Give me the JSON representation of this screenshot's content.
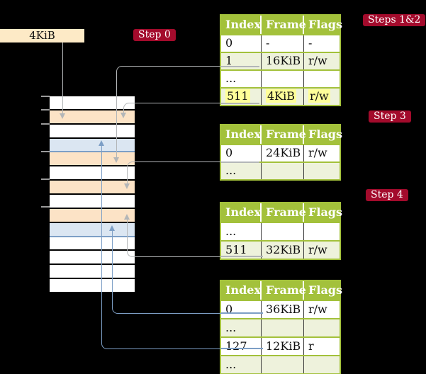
{
  "frame_size_label": "4KiB",
  "badges": {
    "step0": "Step 0",
    "steps12": "Steps 1&2",
    "step3": "Step 3",
    "step4": "Step 4"
  },
  "memory": {
    "row_colors": [
      "white",
      "peach",
      "white",
      "blue",
      "peach",
      "white",
      "peach",
      "white",
      "peach",
      "blue",
      "white",
      "white",
      "white",
      "white"
    ],
    "tick_count": 6
  },
  "tables": [
    {
      "id": "page-table-steps-1-2",
      "headers": [
        "Index",
        "Frame",
        "Flags"
      ],
      "rows": [
        [
          "0",
          "-",
          "-"
        ],
        [
          "1",
          "16KiB",
          "r/w"
        ],
        [
          "...",
          "",
          ""
        ],
        [
          "511",
          "4KiB",
          "r/w"
        ]
      ],
      "highlighted_row": 3
    },
    {
      "id": "page-table-step-3",
      "headers": [
        "Index",
        "Frame",
        "Flags"
      ],
      "rows": [
        [
          "0",
          "24KiB",
          "r/w"
        ],
        [
          "...",
          "",
          ""
        ]
      ]
    },
    {
      "id": "page-table-step-4",
      "headers": [
        "Index",
        "Frame",
        "Flags"
      ],
      "rows": [
        [
          "...",
          "",
          ""
        ],
        [
          "511",
          "32KiB",
          "r/w"
        ]
      ]
    },
    {
      "id": "page-table-final",
      "headers": [
        "Index",
        "Frame",
        "Flags"
      ],
      "rows": [
        [
          "0",
          "36KiB",
          "r/w"
        ],
        [
          "...",
          "",
          ""
        ],
        [
          "127",
          "12KiB",
          "r"
        ],
        [
          "...",
          "",
          ""
        ]
      ]
    }
  ],
  "colors": {
    "badge_red": "#a30b2c",
    "table_header_olive": "#a3c13b",
    "table_row_green": "#eef2dc",
    "highlight_yellow": "#ffff99",
    "memory_frame_peach": "#fce3c6",
    "memory_frame_blue": "#dbe6f2",
    "frame_label_wheat": "#fdeac6",
    "connector_gray": "#b3b6b8",
    "connector_blue": "#7d9fc6"
  }
}
